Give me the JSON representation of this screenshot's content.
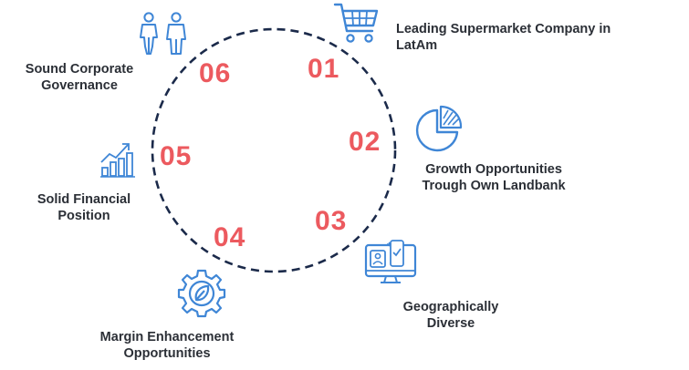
{
  "items": [
    {
      "number": "01",
      "line1": "Leading Supermarket Company in",
      "line2": "LatAm",
      "icon": "shopping-cart-icon"
    },
    {
      "number": "02",
      "line1": "Growth Opportunities",
      "line2": "Trough Own Landbank",
      "icon": "pie-chart-icon"
    },
    {
      "number": "03",
      "line1": "Geographically",
      "line2": "Diverse",
      "icon": "monitor-exchange-icon"
    },
    {
      "number": "04",
      "line1": "Margin Enhancement",
      "line2": "Opportunities",
      "icon": "gear-leaf-icon"
    },
    {
      "number": "05",
      "line1": "Solid Financial",
      "line2": "Position",
      "icon": "growth-bar-chart-icon"
    },
    {
      "number": "06",
      "line1": "Sound Corporate",
      "line2": "Governance",
      "icon": "people-icon"
    }
  ],
  "colors": {
    "number": "#ec5a5f",
    "circle": "#1b2a4a",
    "icon": "#3f86d6",
    "text": "#2b2f36"
  }
}
